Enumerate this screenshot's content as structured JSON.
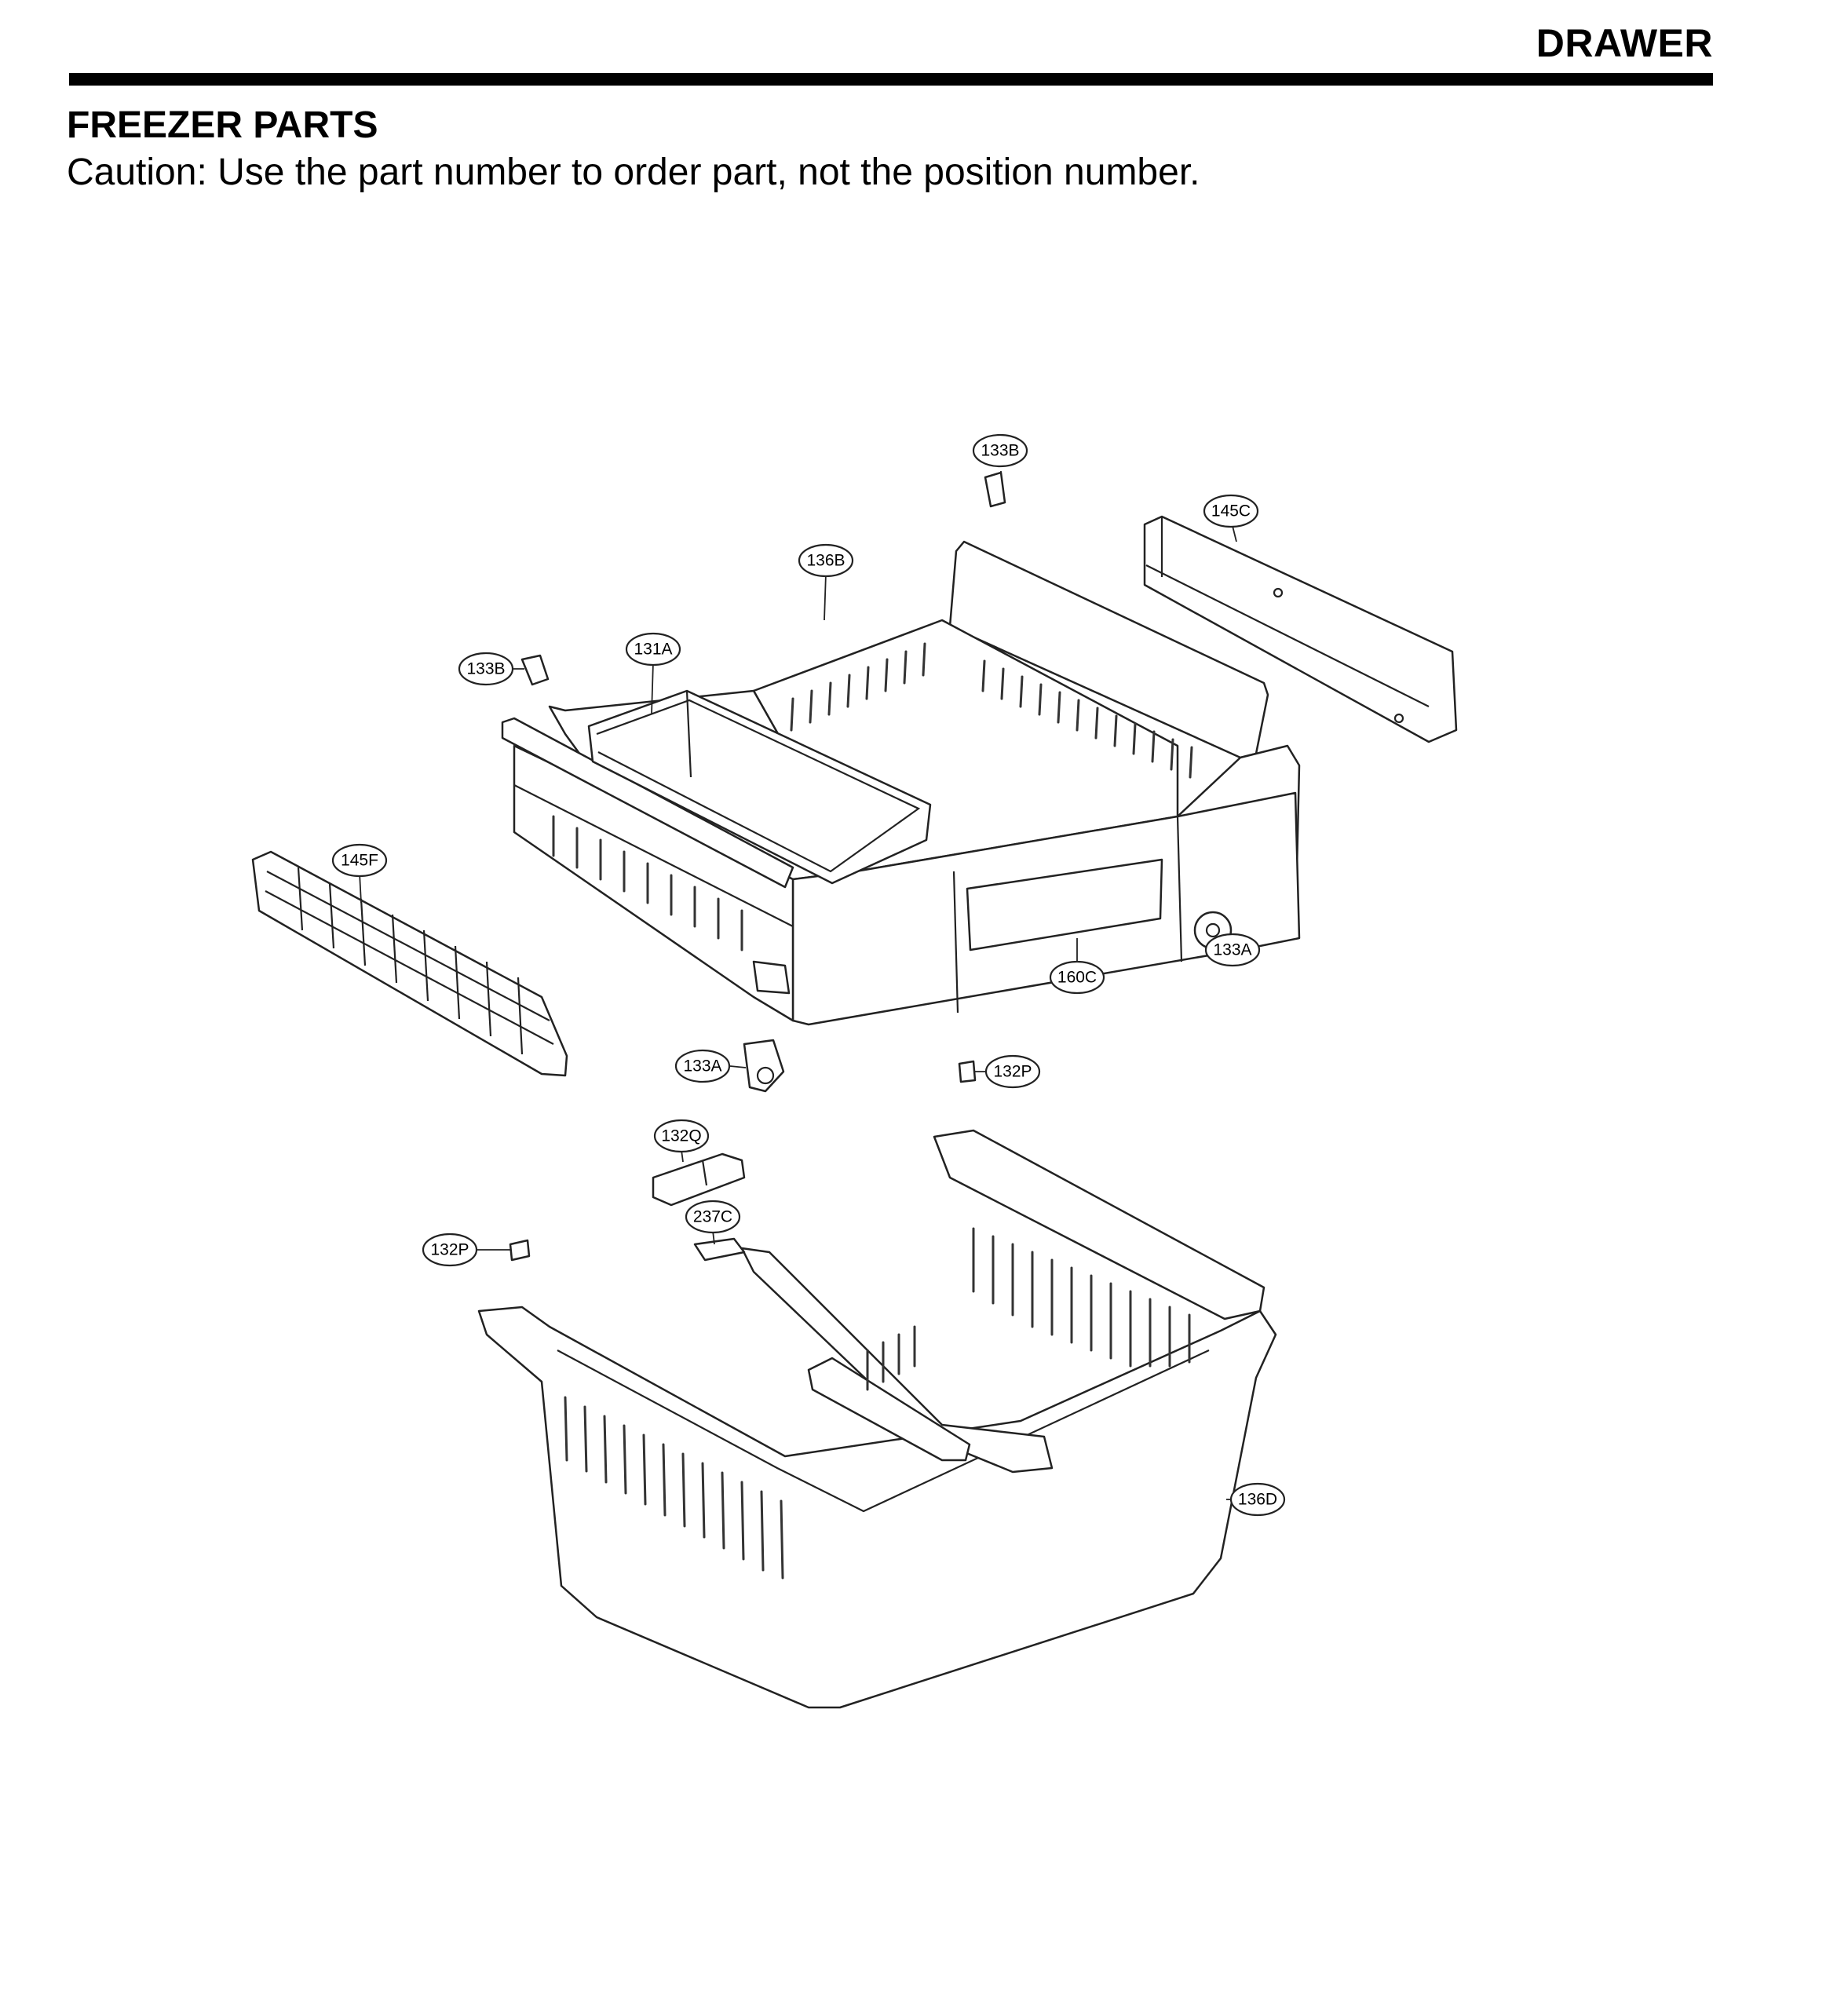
{
  "header": {
    "section": "DRAWER",
    "title": "FREEZER PARTS",
    "caution": "Caution: Use the part number to order part, not the position number."
  },
  "diagram": {
    "callouts": [
      {
        "id": "133B"
      },
      {
        "id": "145C"
      },
      {
        "id": "136B"
      },
      {
        "id": "133B"
      },
      {
        "id": "131A"
      },
      {
        "id": "145F"
      },
      {
        "id": "133A"
      },
      {
        "id": "160C"
      },
      {
        "id": "133A"
      },
      {
        "id": "132P"
      },
      {
        "id": "132Q"
      },
      {
        "id": "237C"
      },
      {
        "id": "132P"
      },
      {
        "id": "136D"
      }
    ]
  }
}
